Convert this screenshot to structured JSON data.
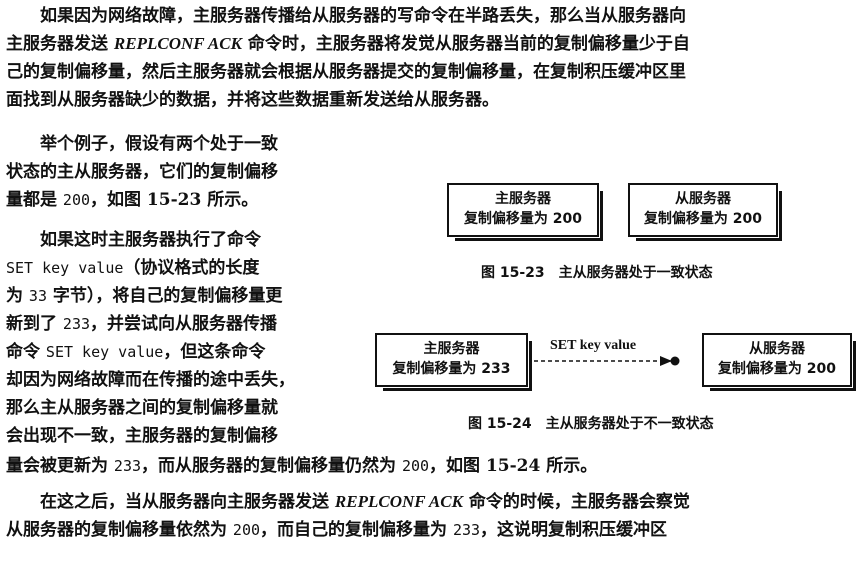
{
  "para1": {
    "line1": "如果因为网络故障，主服务器传播给从服务器的写命令在半路丢失，那么当从服务器向",
    "line2a": "主服务器发送 ",
    "line2cmd": "REPLCONF ACK",
    "line2b": " 命令时，主服务器将发觉从服务器当前的复制偏移量少于自",
    "line3": "己的复制偏移量，然后主服务器就会根据从服务器提交的复制偏移量，在复制积压缓冲区里",
    "line4": "面找到从服务器缺少的数据，并将这些数据重新发送给从服务器。"
  },
  "para2": {
    "line1": "举个例子，假设有两个处于一致",
    "line2": "状态的主从服务器，它们的复制偏移",
    "line3a": "量都是 ",
    "line3num": "200",
    "line3b": "，如图 15-23 所示。"
  },
  "para3": {
    "line1": "如果这时主服务器执行了命令",
    "line2cmd": "SET key value",
    "line2b": "（协议格式的长度",
    "line3a": "为 ",
    "line3num": "33",
    "line3b": " 字节），将自己的复制偏移量更",
    "line4a": "新到了 ",
    "line4num": "233",
    "line4b": "，并尝试向从服务器传播",
    "line5a": "命令 ",
    "line5cmd": "SET key value",
    "line5b": "，但这条命令",
    "line6": "却因为网络故障而在传播的途中丢失，",
    "line7": "那么主从服务器之间的复制偏移量就",
    "line8": "会出现不一致，主服务器的复制偏移",
    "line9a": "量会被更新为 ",
    "line9num1": "233",
    "line9b": "，而从服务器的复制偏移量仍然为 ",
    "line9num2": "200",
    "line9c": "，如图 15-24 所示。"
  },
  "para4": {
    "line1a": "在这之后，当从服务器向主服务器发送 ",
    "line1cmd": "REPLCONF ACK",
    "line1b": " 命令的时候，主服务器会察觉",
    "line2a": "从服务器的复制偏移量依然为 ",
    "line2num1": "200",
    "line2b": "，而自己的复制偏移量为 ",
    "line2num2": "233",
    "line2c": "，这说明复制积压缓冲区"
  },
  "fig23": {
    "master_title": "主服务器",
    "master_offset": "复制偏移量为 200",
    "slave_title": "从服务器",
    "slave_offset": "复制偏移量为 200",
    "caption": "图 15-23　主从服务器处于一致状态"
  },
  "fig24": {
    "master_title": "主服务器",
    "master_offset": "复制偏移量为 233",
    "arrow_label": "SET key value",
    "slave_title": "从服务器",
    "slave_offset": "复制偏移量为 200",
    "caption": "图 15-24　主从服务器处于不一致状态"
  }
}
